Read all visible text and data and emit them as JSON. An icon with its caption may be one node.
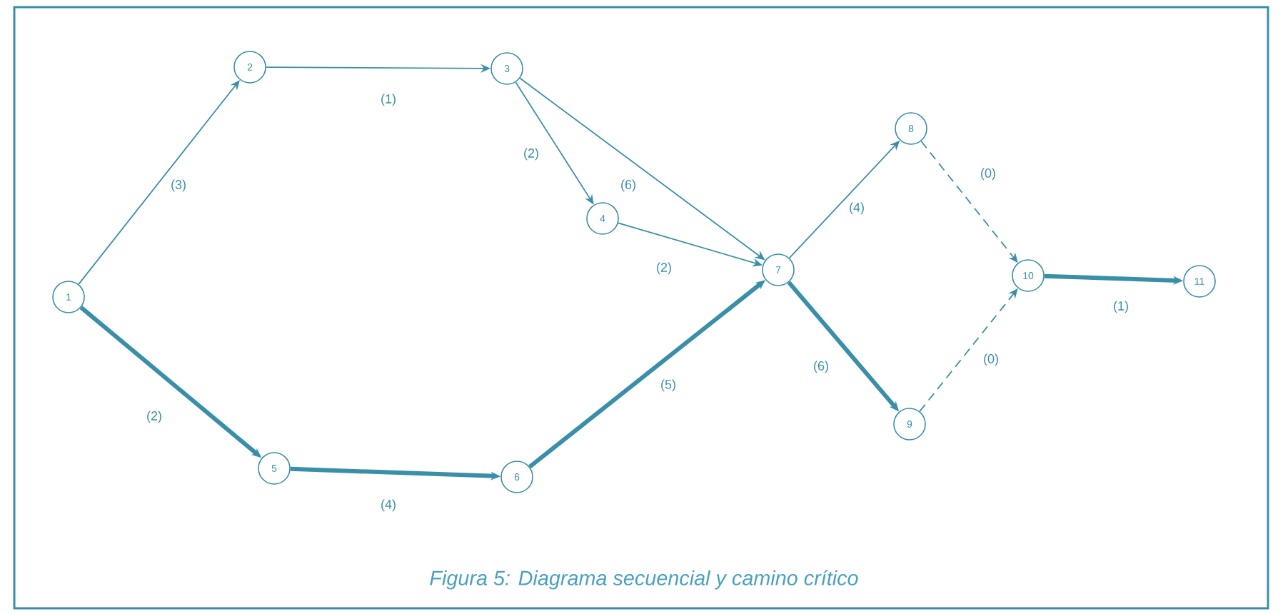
{
  "diagram": {
    "caption": "Figura 5: Diagrama secuencial y camino crítico",
    "nodes": [
      {
        "text": [
          "1"
        ]
      },
      {
        "text": [
          "2"
        ]
      },
      {
        "text": [
          "3"
        ]
      },
      {
        "text": [
          "4"
        ]
      },
      {
        "text": [
          "5"
        ]
      },
      {
        "text": [
          "6"
        ]
      },
      {
        "text": [
          "7"
        ]
      },
      {
        "text": [
          "8"
        ]
      },
      {
        "text": [
          "9"
        ]
      },
      {
        "text": [
          "10"
        ]
      },
      {
        "text": [
          "11"
        ]
      }
    ],
    "edges": [
      {
        "from": 0,
        "to": 1,
        "arrow": "to",
        "label": "(3)"
      },
      {
        "from": 1,
        "to": 2,
        "arrow": "to",
        "label": "(1)"
      },
      {
        "from": 2,
        "to": 3,
        "arrow": "to",
        "label": "(2)"
      },
      {
        "from": 2,
        "to": 6,
        "arrow": "to",
        "label": "(6)"
      },
      {
        "from": 3,
        "to": 6,
        "arrow": "to",
        "label": "(2)"
      },
      {
        "from": 0,
        "to": 4,
        "arrow": "to",
        "label": "(2)",
        "style": "thick"
      },
      {
        "from": 4,
        "to": 5,
        "arrow": "to",
        "label": "(4)",
        "style": "thick"
      },
      {
        "from": 5,
        "to": 6,
        "arrow": "to",
        "label": "(5)",
        "style": "thick"
      },
      {
        "from": 6,
        "to": 7,
        "arrow": "to",
        "label": "(4)"
      },
      {
        "from": 6,
        "to": 8,
        "arrow": "to",
        "label": "(6)",
        "style": "thick"
      },
      {
        "from": 7,
        "to": 9,
        "arrow": "to",
        "label": "(0)",
        "style": "dashed"
      },
      {
        "from": 8,
        "to": 9,
        "arrow": "to",
        "label": "(0)",
        "style": "dashed"
      },
      {
        "from": 9,
        "to": 10,
        "arrow": "to",
        "label": "(1)",
        "style": "thick"
      }
    ]
  }
}
